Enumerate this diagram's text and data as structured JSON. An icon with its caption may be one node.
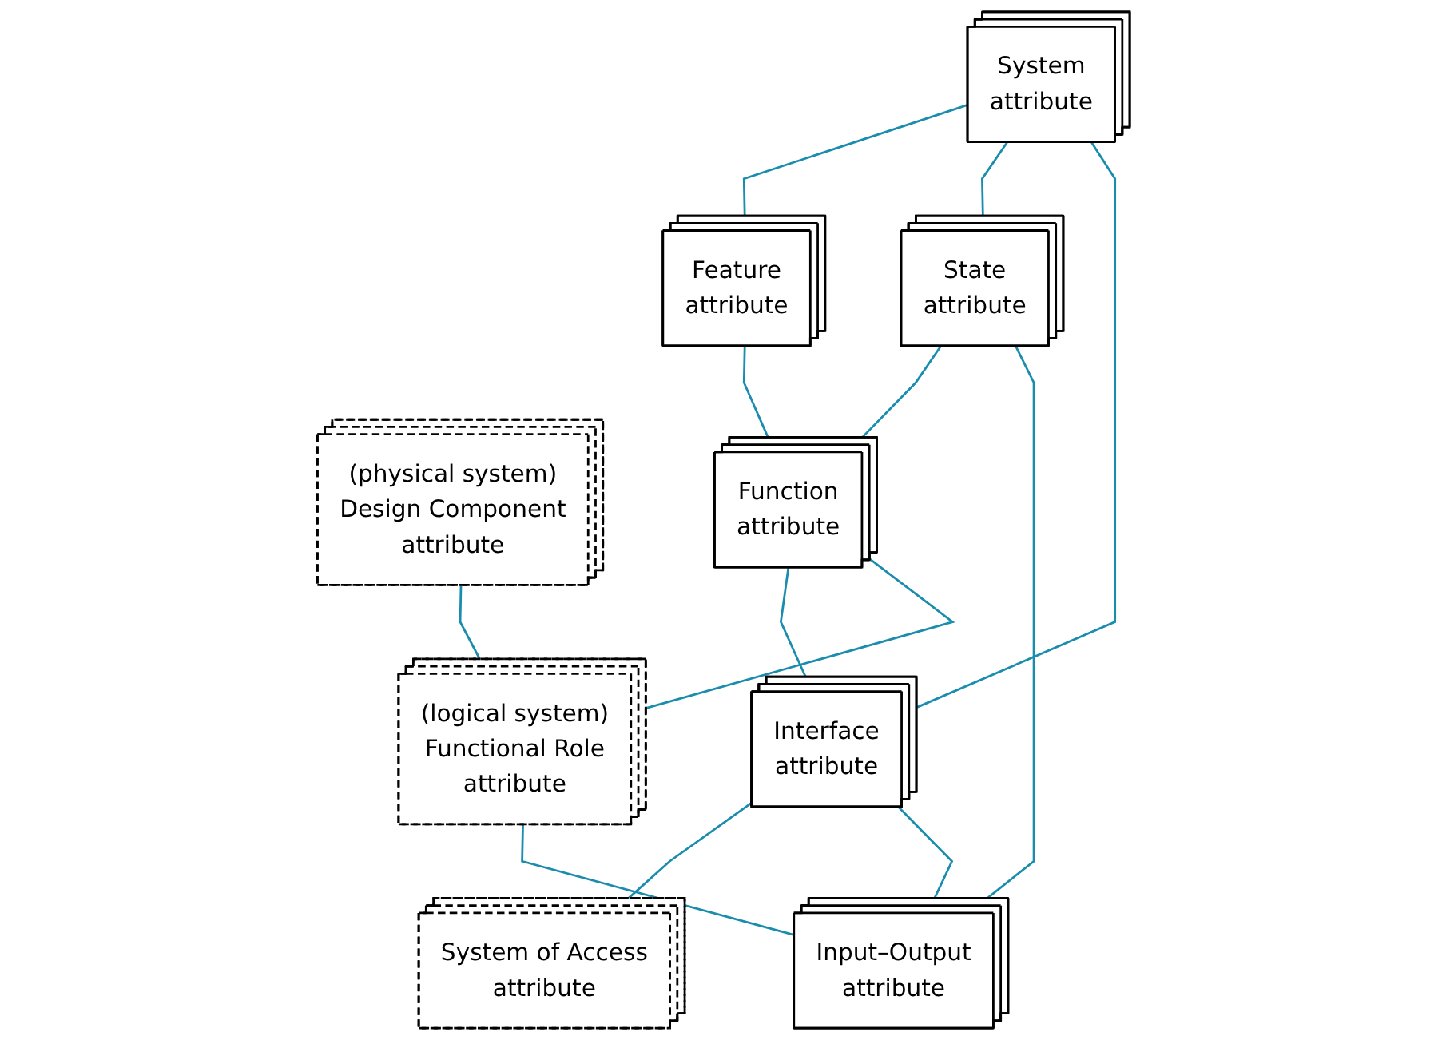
{
  "diagram": {
    "nodes": [
      {
        "text": [
          "System",
          "attribute"
        ]
      },
      {
        "text": [
          "Feature",
          "attribute"
        ]
      },
      {
        "text": [
          "State",
          "attribute"
        ]
      },
      {
        "text": [
          "(physical system)",
          "Design Component",
          "attribute"
        ]
      },
      {
        "text": [
          "Function",
          "attribute"
        ]
      },
      {
        "text": [
          "Interface",
          "attribute"
        ]
      },
      {
        "text": [
          "System of Access",
          "attribute"
        ]
      },
      {
        "text": [
          "Input–Output",
          "attribute"
        ]
      },
      {
        "text": [
          "(logical system)",
          "Functional Role",
          "attribute"
        ]
      }
    ],
    "edges": [
      {
        "from": 0,
        "to": 1,
        "arrow": "none"
      },
      {
        "from": 0,
        "to": 2,
        "arrow": "none"
      },
      {
        "from": 0,
        "to": 5,
        "arrow": "none"
      },
      {
        "from": 1,
        "to": 4,
        "arrow": "none"
      },
      {
        "from": 2,
        "to": 4,
        "arrow": "none"
      },
      {
        "from": 2,
        "to": 7,
        "arrow": "none"
      },
      {
        "from": 4,
        "to": 5,
        "arrow": "none"
      },
      {
        "from": 5,
        "to": 6,
        "arrow": "none"
      },
      {
        "from": 5,
        "to": 7,
        "arrow": "none"
      },
      {
        "from": 3,
        "to": 8,
        "arrow": "none"
      },
      {
        "from": 4,
        "to": 8,
        "arrow": "none"
      },
      {
        "from": 8,
        "to": 7,
        "arrow": "none"
      }
    ]
  }
}
